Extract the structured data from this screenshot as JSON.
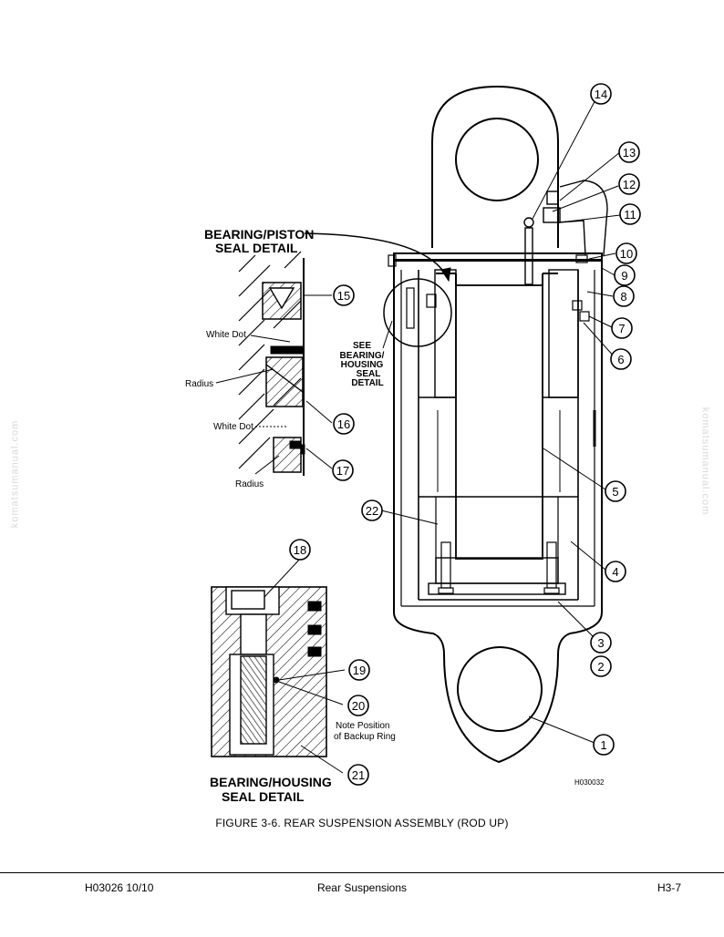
{
  "diagram": {
    "detail_titles": {
      "bearing_piston": [
        "BEARING/PISTON",
        "SEAL DETAIL"
      ],
      "bearing_housing": [
        "BEARING/HOUSING",
        "SEAL DETAIL"
      ],
      "see_note": [
        "SEE",
        "BEARING/",
        "HOUSING",
        "SEAL",
        "DETAIL"
      ]
    },
    "labels": {
      "white_dot_1": "White Dot",
      "radius_1": "Radius",
      "white_dot_2": "White Dot",
      "radius_2": "Radius",
      "note_position": [
        "Note Position",
        "of Backup Ring"
      ]
    },
    "callouts": [
      "1",
      "2",
      "3",
      "4",
      "5",
      "6",
      "7",
      "8",
      "9",
      "10",
      "11",
      "12",
      "13",
      "14",
      "15",
      "16",
      "17",
      "18",
      "19",
      "20",
      "21",
      "22"
    ],
    "drawing_id": "H030032"
  },
  "caption": "FIGURE 3-6. REAR SUSPENSION ASSEMBLY (ROD UP)",
  "footer": {
    "left": "H03026  10/10",
    "center": "Rear Suspensions",
    "right": "H3-7"
  },
  "watermark": "komatsumanual.com"
}
